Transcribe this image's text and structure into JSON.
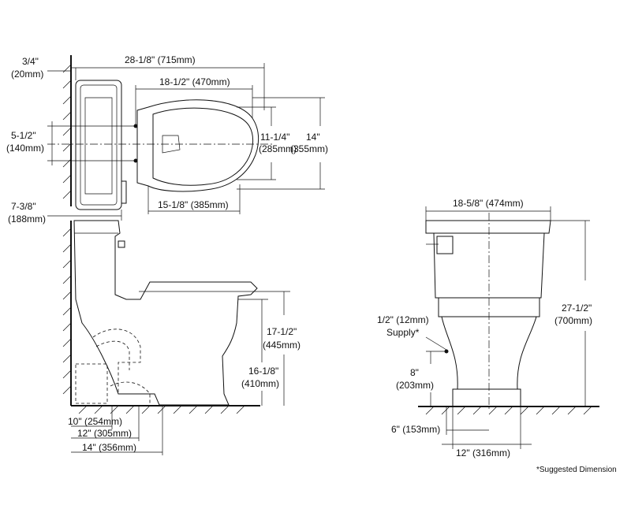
{
  "dimensions": {
    "wall_offset": [
      "3/4\"",
      "(20mm)"
    ],
    "overall_length": "28-1/8\" (715mm)",
    "seat_length": "18-1/2\" (470mm)",
    "seat_width": [
      "11-1/4\"",
      "(285mm)"
    ],
    "overall_width_top": [
      "14\"",
      "(355mm)"
    ],
    "hinge_spacing": [
      "5-1/2\"",
      "(140mm)"
    ],
    "tank_depth": [
      "7-3/8\"",
      "(188mm)"
    ],
    "bowl_opening": "15-1/8\" (385mm)",
    "seat_height": [
      "17-1/2\"",
      "(445mm)"
    ],
    "rim_height": [
      "16-1/8\"",
      "(410mm)"
    ],
    "rough_in_10": "10\" (254mm)",
    "rough_in_12": "12\" (305mm)",
    "rough_in_14": "14\" (356mm)",
    "tank_width": "18-5/8\" (474mm)",
    "overall_height": [
      "27-1/2\"",
      "(700mm)"
    ],
    "supply_size": [
      "1/2\" (12mm)",
      "Supply*"
    ],
    "supply_height": [
      "8\"",
      "(203mm)"
    ],
    "supply_offset": "6\" (153mm)",
    "base_width": "12\" (316mm)"
  },
  "footnote": "*Suggested Dimension"
}
